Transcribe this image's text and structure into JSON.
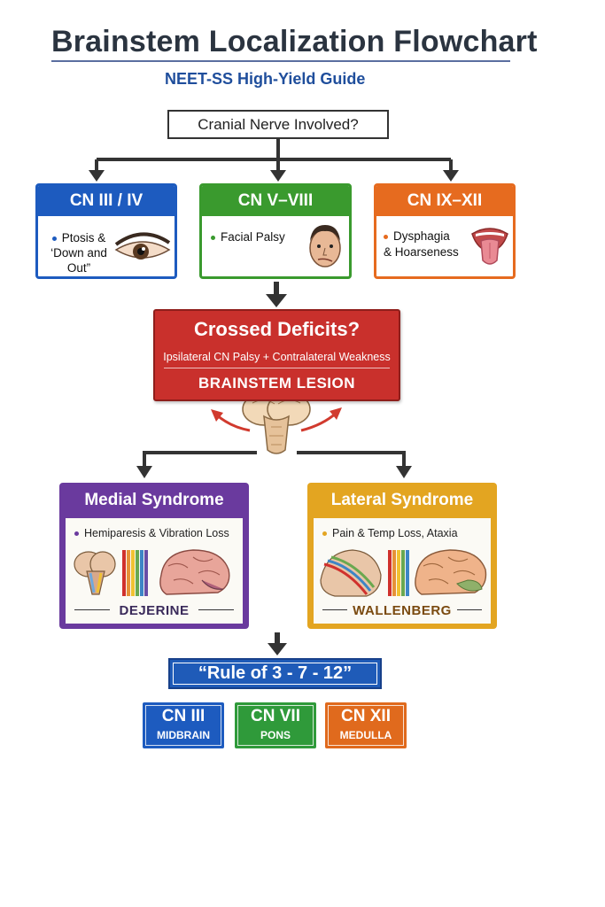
{
  "header": {
    "title": "Brainstem Localization Flowchart",
    "subtitle": "NEET-SS High-Yield Guide"
  },
  "question": "Cranial Nerve Involved?",
  "cranial_groups": [
    {
      "title": "CN III / IV",
      "line1": "Ptosis &",
      "line2": "‘Down and",
      "line3": "Out”",
      "color": "#1d5bbf",
      "icon": "eye-icon"
    },
    {
      "title": "CN V–VIII",
      "line1": "Facial Palsy",
      "color": "#3a9a2e",
      "icon": "face-icon"
    },
    {
      "title": "CN IX–XII",
      "line1": "Dysphagia",
      "line2": "& Hoarseness",
      "color": "#e66b1f",
      "icon": "mouth-tongue-icon"
    }
  ],
  "crossed": {
    "title": "Crossed Deficits?",
    "desc": "Ipsilateral CN Palsy + Contralateral Weakness",
    "result": "BRAINSTEM LESION",
    "color": "#c9302c"
  },
  "syndromes": [
    {
      "title": "Medial Syndrome",
      "feature": "Hemiparesis & Vibration Loss",
      "eponym": "DEJERINE",
      "color": "#6a3a9e"
    },
    {
      "title": "Lateral Syndrome",
      "feature": "Pain & Temp Loss, Ataxia",
      "eponym": "WALLENBERG",
      "color": "#e3a521"
    }
  ],
  "rule": "“Rule of 3 - 7 - 12”",
  "levels": [
    {
      "nerve": "CN III",
      "site": "MIDBRAIN",
      "color": "#1d5bbf"
    },
    {
      "nerve": "CN VII",
      "site": "PONS",
      "color": "#2f9a3a"
    },
    {
      "nerve": "CN XII",
      "site": "MEDULLA",
      "color": "#e06a1d"
    }
  ]
}
